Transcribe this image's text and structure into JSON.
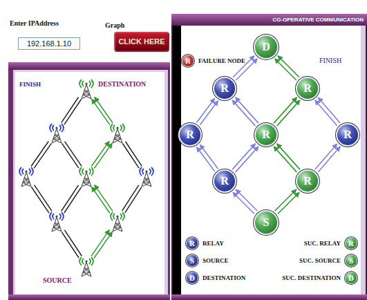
{
  "diagram": {
    "title": "CO-OPERATIVE COMMUNICATION",
    "nodes": [
      {
        "text": [
          "192.168.1.10"
        ]
      },
      {
        "text": [
          "CLICK HERE"
        ]
      },
      {
        "text": [
          "D"
        ]
      },
      {
        "text": [
          "R"
        ]
      },
      {
        "text": [
          "R"
        ]
      },
      {
        "text": [
          "R"
        ]
      },
      {
        "text": [
          "R"
        ]
      },
      {
        "text": [
          "R"
        ]
      },
      {
        "text": [
          "R"
        ]
      },
      {
        "text": [
          "R"
        ]
      },
      {
        "text": [
          "S"
        ]
      }
    ],
    "edges": [
      {
        "from": 10,
        "to": 8,
        "arrow": "to"
      },
      {
        "from": 10,
        "to": 9,
        "arrow": "to"
      },
      {
        "from": 8,
        "to": 5,
        "arrow": "to"
      },
      {
        "from": 8,
        "to": 6,
        "arrow": "to"
      },
      {
        "from": 9,
        "to": 6,
        "arrow": "to"
      },
      {
        "from": 9,
        "to": 7,
        "arrow": "to"
      },
      {
        "from": 5,
        "to": 3,
        "arrow": "to"
      },
      {
        "from": 6,
        "to": 3,
        "arrow": "to"
      },
      {
        "from": 6,
        "to": 4,
        "arrow": "to"
      },
      {
        "from": 7,
        "to": 4,
        "arrow": "to"
      },
      {
        "from": 3,
        "to": 2,
        "arrow": "to"
      },
      {
        "from": 4,
        "to": 2,
        "arrow": "to"
      }
    ],
    "labels": [
      "Enter IPAddress",
      "Graph",
      "FINISH",
      "DESTINATION",
      "SOURCE",
      "R",
      "FINISH",
      "R",
      "S",
      "D",
      "R",
      "S",
      "D"
    ],
    "legend": [
      {
        "text": "FAILURE NODE",
        "color": "#c01818"
      },
      {
        "text": "RELAY",
        "color": "#1f2fa0"
      },
      {
        "text": "SOURCE",
        "color": "#1f2fa0"
      },
      {
        "text": "DESTINATION",
        "color": "#1f2fa0"
      },
      {
        "text": "SUC. RELAY",
        "color": "#2f9a33"
      },
      {
        "text": "SUC. SOURCE",
        "color": "#2f9a33"
      },
      {
        "text": "SUC. DESTINATION",
        "color": "#2f9a33"
      }
    ]
  }
}
